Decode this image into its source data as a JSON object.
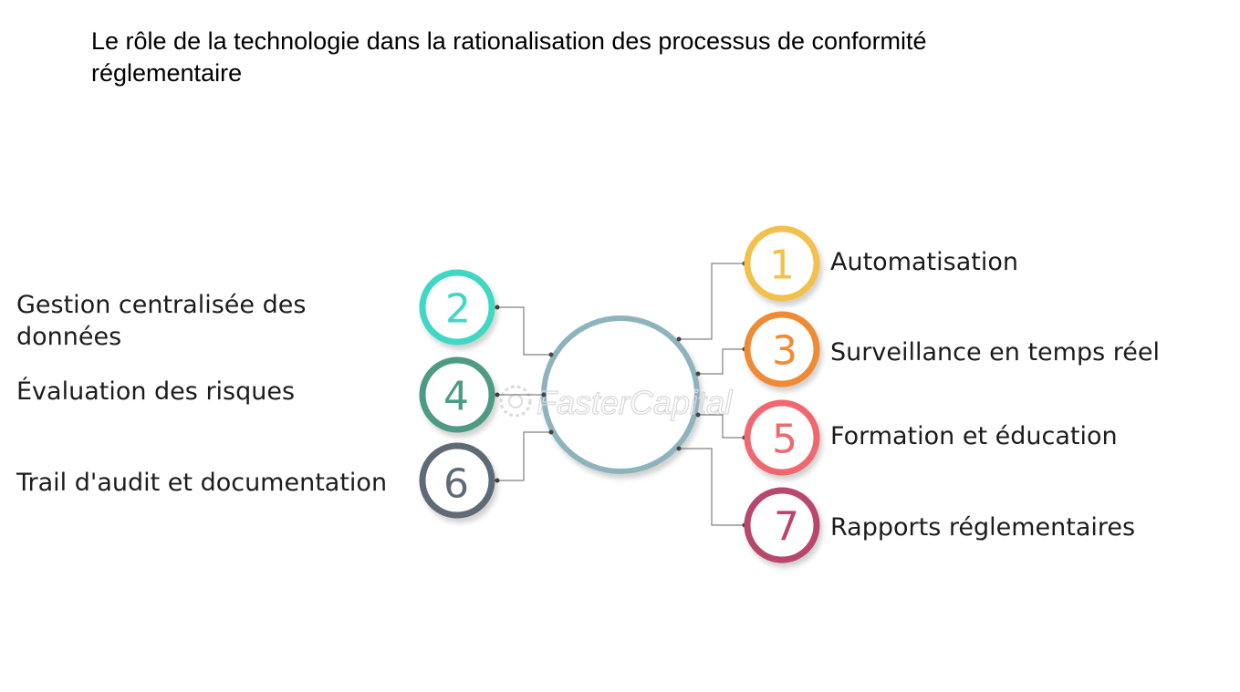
{
  "title": {
    "line1": "Le rôle de la technologie dans la rationalisation des processus de conformité",
    "line2": "réglementaire"
  },
  "watermark": "FasterCapital",
  "items": [
    {
      "number": "1",
      "label": "Automatisation",
      "color": "#f2c14e"
    },
    {
      "number": "2",
      "label_line1": "Gestion centralisée des",
      "label_line2": "données",
      "color": "#3fd8c4"
    },
    {
      "number": "3",
      "label": "Surveillance en temps réel",
      "color": "#ef8a34"
    },
    {
      "number": "4",
      "label": "Évaluation des risques",
      "color": "#4f9a84"
    },
    {
      "number": "5",
      "label": "Formation et éducation",
      "color": "#ef6870"
    },
    {
      "number": "6",
      "label": "Trail d'audit et documentation",
      "color": "#5e6a75"
    },
    {
      "number": "7",
      "label": "Rapports réglementaires",
      "color": "#b8466c"
    }
  ],
  "colors": {
    "hub": "#8fb3bd",
    "connector": "#808080"
  }
}
